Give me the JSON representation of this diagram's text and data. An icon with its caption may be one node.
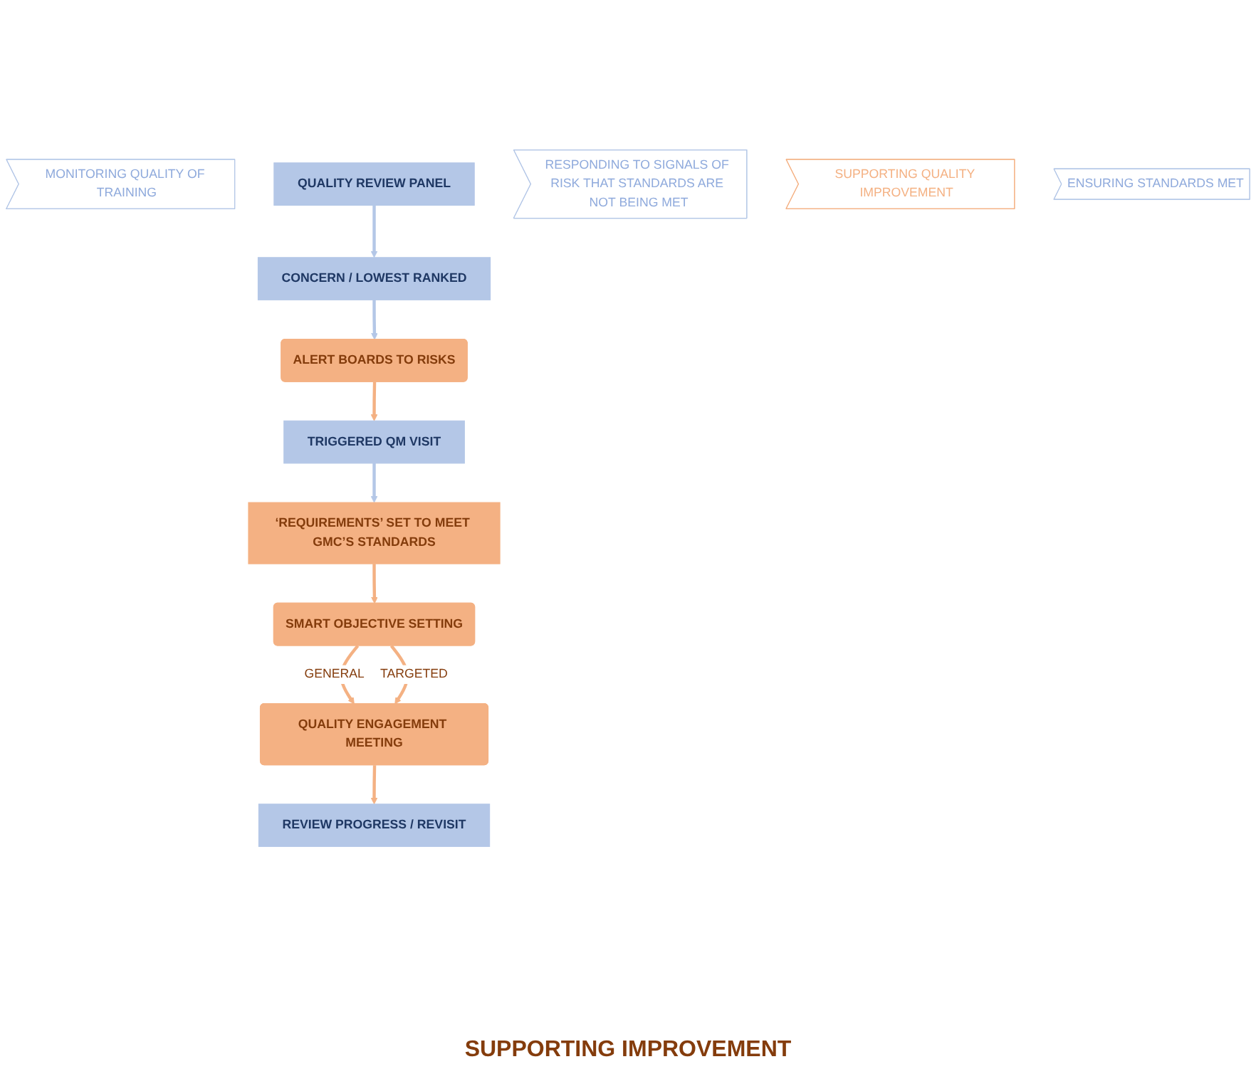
{
  "diagram": {
    "nodes": [
      {
        "text": [
          "MONITORING QUALITY OF TRAINING"
        ]
      },
      {
        "text": [
          "QUALITY REVIEW PANEL"
        ]
      },
      {
        "text": [
          "CONCERN / LOWEST RANKED"
        ]
      },
      {
        "text": [
          "ALERT BOARDS TO RISKS"
        ]
      },
      {
        "text": [
          "TRIGGERED QM VISIT"
        ]
      },
      {
        "text": [
          "RESPONDING TO SIGNALS OF RISK THAT STANDARDS ARE NOT BEING MET"
        ]
      },
      {
        "text": [
          "‘REQUIREMENTS’ SET TO MEET GMC’S STANDARDS"
        ]
      },
      {
        "text": [
          "SUPPORTING QUALITY IMPROVEMENT"
        ]
      },
      {
        "text": [
          "SMART OBJECTIVE SETTING"
        ]
      },
      {
        "text": [
          "QUALITY ENGAGEMENT MEETING"
        ]
      },
      {
        "text": [
          "ENSURING STANDARDS MET"
        ]
      },
      {
        "text": [
          "REVIEW PROGRESS / REVISIT"
        ]
      }
    ],
    "edges": [
      {
        "from": 1,
        "to": 2,
        "arrow": "to",
        "color": "#b4c7e7"
      },
      {
        "from": 2,
        "to": 3,
        "arrow": "to",
        "color": "#b4c7e7"
      },
      {
        "from": 3,
        "to": 4,
        "arrow": "to"
      },
      {
        "from": 4,
        "to": 6,
        "arrow": "to",
        "color": "#b4c7e7"
      },
      {
        "from": 6,
        "to": 8,
        "arrow": "to"
      },
      {
        "from": 8,
        "to": 9,
        "label": "GENERAL",
        "arrow": "to"
      },
      {
        "from": 8,
        "to": 9,
        "label": "TARGETED",
        "arrow": "to"
      },
      {
        "from": 9,
        "to": 11,
        "arrow": "to"
      }
    ],
    "labels": [
      "SUPPORTING IMPROVEMENT"
    ]
  }
}
